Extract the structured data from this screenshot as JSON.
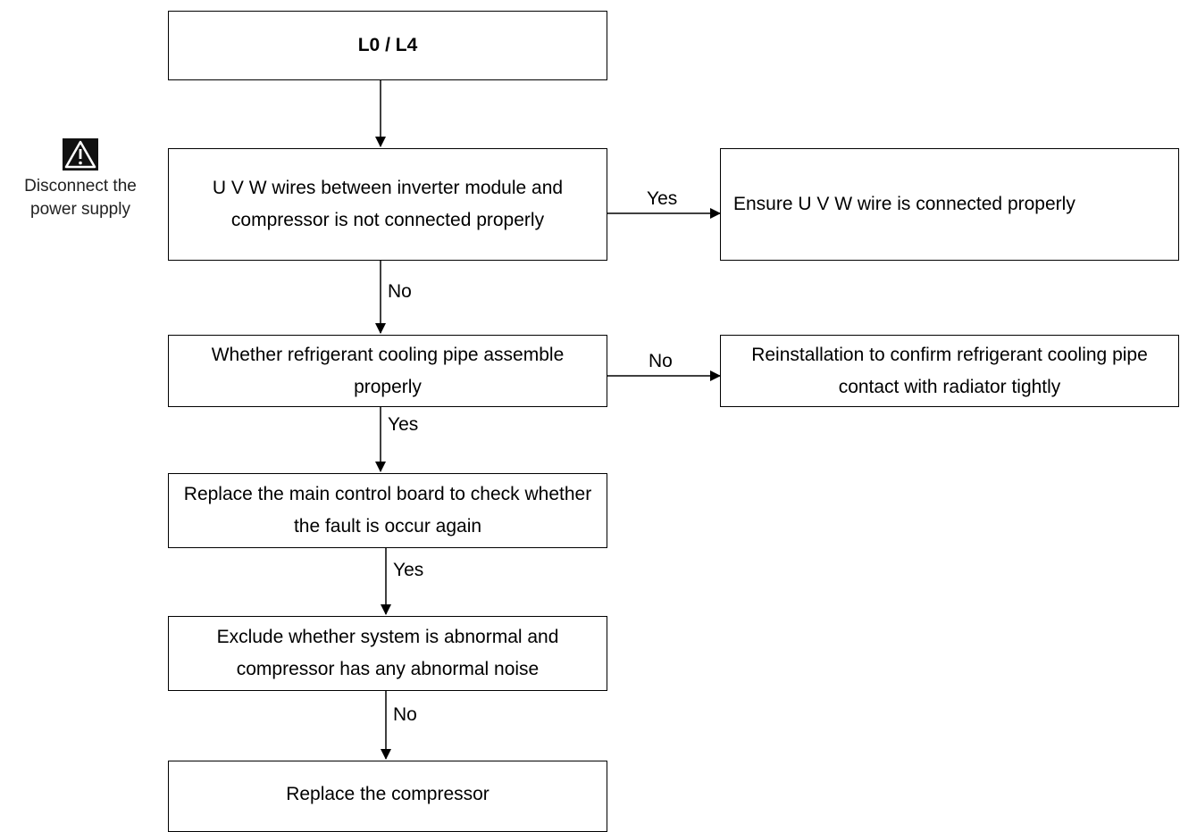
{
  "nodes": {
    "start": "L0 / L4",
    "check_wires": "U V W wires between inverter module and compressor is not connected properly",
    "fix_wires": "Ensure U V W wire is connected properly",
    "check_pipe": "Whether refrigerant cooling pipe assemble properly",
    "fix_pipe": "Reinstallation to confirm refrigerant cooling pipe contact with radiator tightly",
    "replace_board": "Replace the main control board to check whether the fault is occur again",
    "exclude_system": "Exclude whether system is abnormal and compressor has any abnormal noise",
    "replace_compressor": "Replace the compressor"
  },
  "edges": {
    "wires_yes": "Yes",
    "wires_no": "No",
    "pipe_no": "No",
    "pipe_yes": "Yes",
    "board_yes": "Yes",
    "system_no": "No"
  },
  "warning": {
    "icon": "warning-triangle-icon",
    "text": "Disconnect the power supply"
  }
}
